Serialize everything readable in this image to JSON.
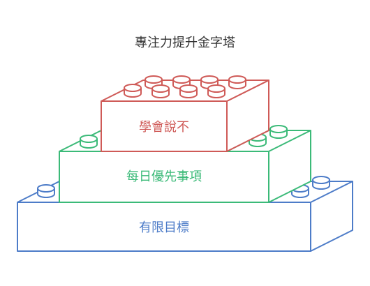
{
  "title": "專注力提升金字塔",
  "blocks": [
    {
      "label": "有限目標",
      "color": "#4d7cc8"
    },
    {
      "label": "每日優先事項",
      "color": "#3bba78"
    },
    {
      "label": "學會說不",
      "color": "#cf5a57"
    }
  ]
}
